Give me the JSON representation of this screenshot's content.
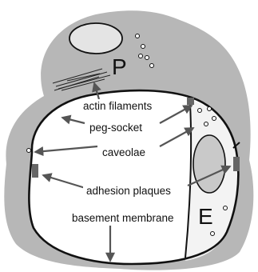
{
  "regions": {
    "pericyte": "P",
    "endothelial": "E"
  },
  "labels": {
    "actin_filaments": "actin filaments",
    "peg_socket": "peg-socket",
    "caveolae": "caveolae",
    "adhesion_plaques": "adhesion plaques",
    "basement_membrane": "basement membrane"
  },
  "colors": {
    "pericyte_fill": "#b7b7b7",
    "cell_outline": "#111111",
    "arrow": "#555555",
    "plaque": "#666666",
    "label_background": "#ffffff"
  }
}
